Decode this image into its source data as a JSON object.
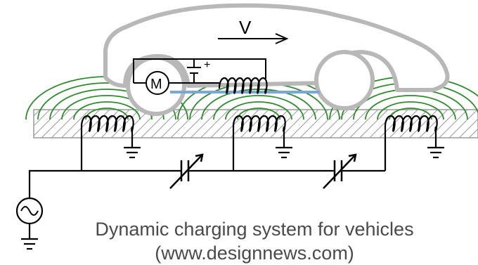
{
  "caption": {
    "line1": "Dynamic charging system for vehicles",
    "line2": "(www.designnews.com)"
  },
  "labels": {
    "velocity": "V",
    "motor": "M",
    "battery_plus": "+"
  },
  "colors": {
    "field_lines": "#2e8b2e",
    "car_body": "#b8b8b8",
    "road_hatch": "#9a9a9a",
    "receiver_bar": "#7aa7d6",
    "caption": "#4a4a4a"
  },
  "icons": [
    "ac-source-icon",
    "ground-icon",
    "variable-capacitor-icon",
    "inductor-coil-icon",
    "motor-icon",
    "battery-icon"
  ]
}
